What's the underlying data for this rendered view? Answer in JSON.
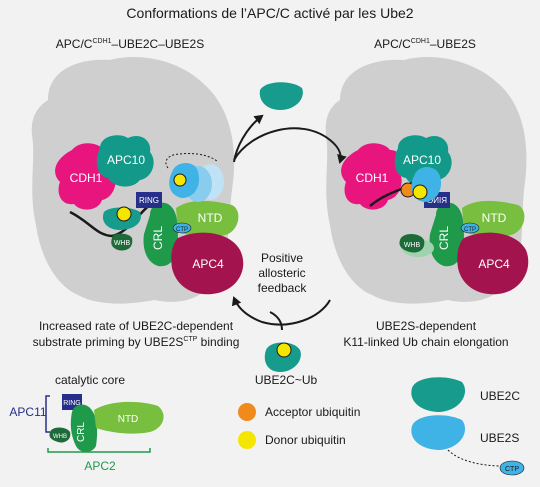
{
  "title": "Conformations de l’APC/C activé par les Ube2",
  "left_complex": {
    "prefix": "APC/C",
    "sup": "CDH1",
    "suffix": "–UBE2C–UBE2S"
  },
  "right_complex": {
    "prefix": "APC/C",
    "sup": "CDH1",
    "suffix": "–UBE2S"
  },
  "subunits": {
    "cdh1": "CDH1",
    "apc10": "APC10",
    "ring": "RING",
    "ring_flipped": "RING",
    "whb": "WHB",
    "crl": "CRL",
    "ntd": "NTD",
    "apc4": "APC4",
    "ctp": "CTP"
  },
  "center": {
    "line1": "Positive",
    "line2": "allosteric",
    "line3": "feedback"
  },
  "left_caption": {
    "line1": "Increased rate of UBE2C-dependent",
    "line2_pre": "substrate priming by UBE2S",
    "line2_sup": "CTP",
    "line2_post": " binding"
  },
  "right_caption": {
    "line1": "UBE2S-dependent",
    "line2": "K11-linked Ub chain elongation"
  },
  "ube2c_ub": "UBE2C~Ub",
  "catalytic_core": {
    "title": "catalytic core",
    "apc11": "APC11",
    "apc2": "APC2"
  },
  "legend": {
    "acceptor": "Acceptor ubiquitin",
    "donor": "Donor ubiquitin",
    "ube2c": "UBE2C",
    "ube2s": "UBE2S"
  },
  "colors": {
    "apc_body": "#cfcfcf",
    "cdh1": "#e8157f",
    "apc10": "#13998a",
    "ring": "#262f8a",
    "crl": "#1f9a4a",
    "ntd": "#78bf3f",
    "apc4": "#a3144f",
    "ube2c": "#179b8c",
    "ube2s": "#3fb2e6",
    "acceptor_ub": "#f08a1c",
    "donor_ub": "#f5e600"
  }
}
